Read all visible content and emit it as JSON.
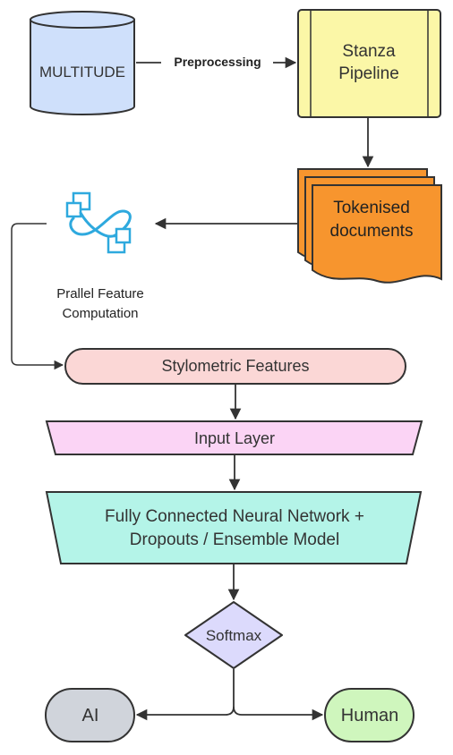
{
  "nodes": {
    "multitude": "MULTITUDE",
    "stanza_line1": "Stanza",
    "stanza_line2": "Pipeline",
    "tokenised_line1": "Tokenised",
    "tokenised_line2": "documents",
    "parallel_line1": "Prallel Feature",
    "parallel_line2": "Computation",
    "stylometric": "Stylometric Features",
    "input_layer": "Input Layer",
    "fcnn_line1": "Fully Connected Neural Network +",
    "fcnn_line2": "Dropouts / Ensemble Model",
    "softmax": "Softmax",
    "ai": "AI",
    "human": "Human"
  },
  "edges": {
    "preprocessing": "Preprocessing"
  },
  "colors": {
    "cylinder": "#cfe0fb",
    "stanza": "#fbf7a7",
    "tokenised": "#f7952e",
    "stylometric": "#fbd7d6",
    "input_layer": "#fbd4f5",
    "fcnn": "#b4f4e8",
    "softmax": "#dcdafc",
    "ai": "#d0d4db",
    "human": "#cff6bd",
    "icon": "#2ea9de",
    "stroke": "#333333"
  },
  "icons": {
    "parallel": "infinity-linked-squares-icon"
  }
}
